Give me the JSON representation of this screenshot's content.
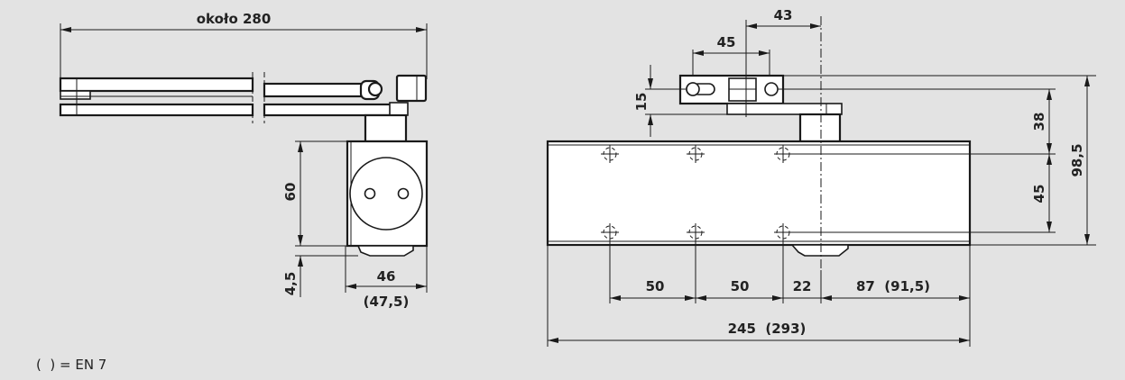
{
  "left_view": {
    "length_label": "około 280",
    "height_label": "60",
    "offset_label": "4,5",
    "width_label": "46",
    "width_alt_label": "(47,5)"
  },
  "right_view": {
    "spindle_offset_label": "43",
    "bracket_width_label": "45",
    "bracket_height_label": "15",
    "upper_label": "38",
    "hole_spacing_v_label": "45",
    "total_height_label": "98,5",
    "spacing_1_label": "50",
    "spacing_2_label": "50",
    "spacing_3_label": "22",
    "spacing_4_label": "87  (91,5)",
    "total_length_label": "245  (293)"
  },
  "legend": {
    "note": "(  ) = EN 7"
  },
  "colors": {
    "background": "#e3e3e3",
    "line": "#1a1a1a"
  }
}
